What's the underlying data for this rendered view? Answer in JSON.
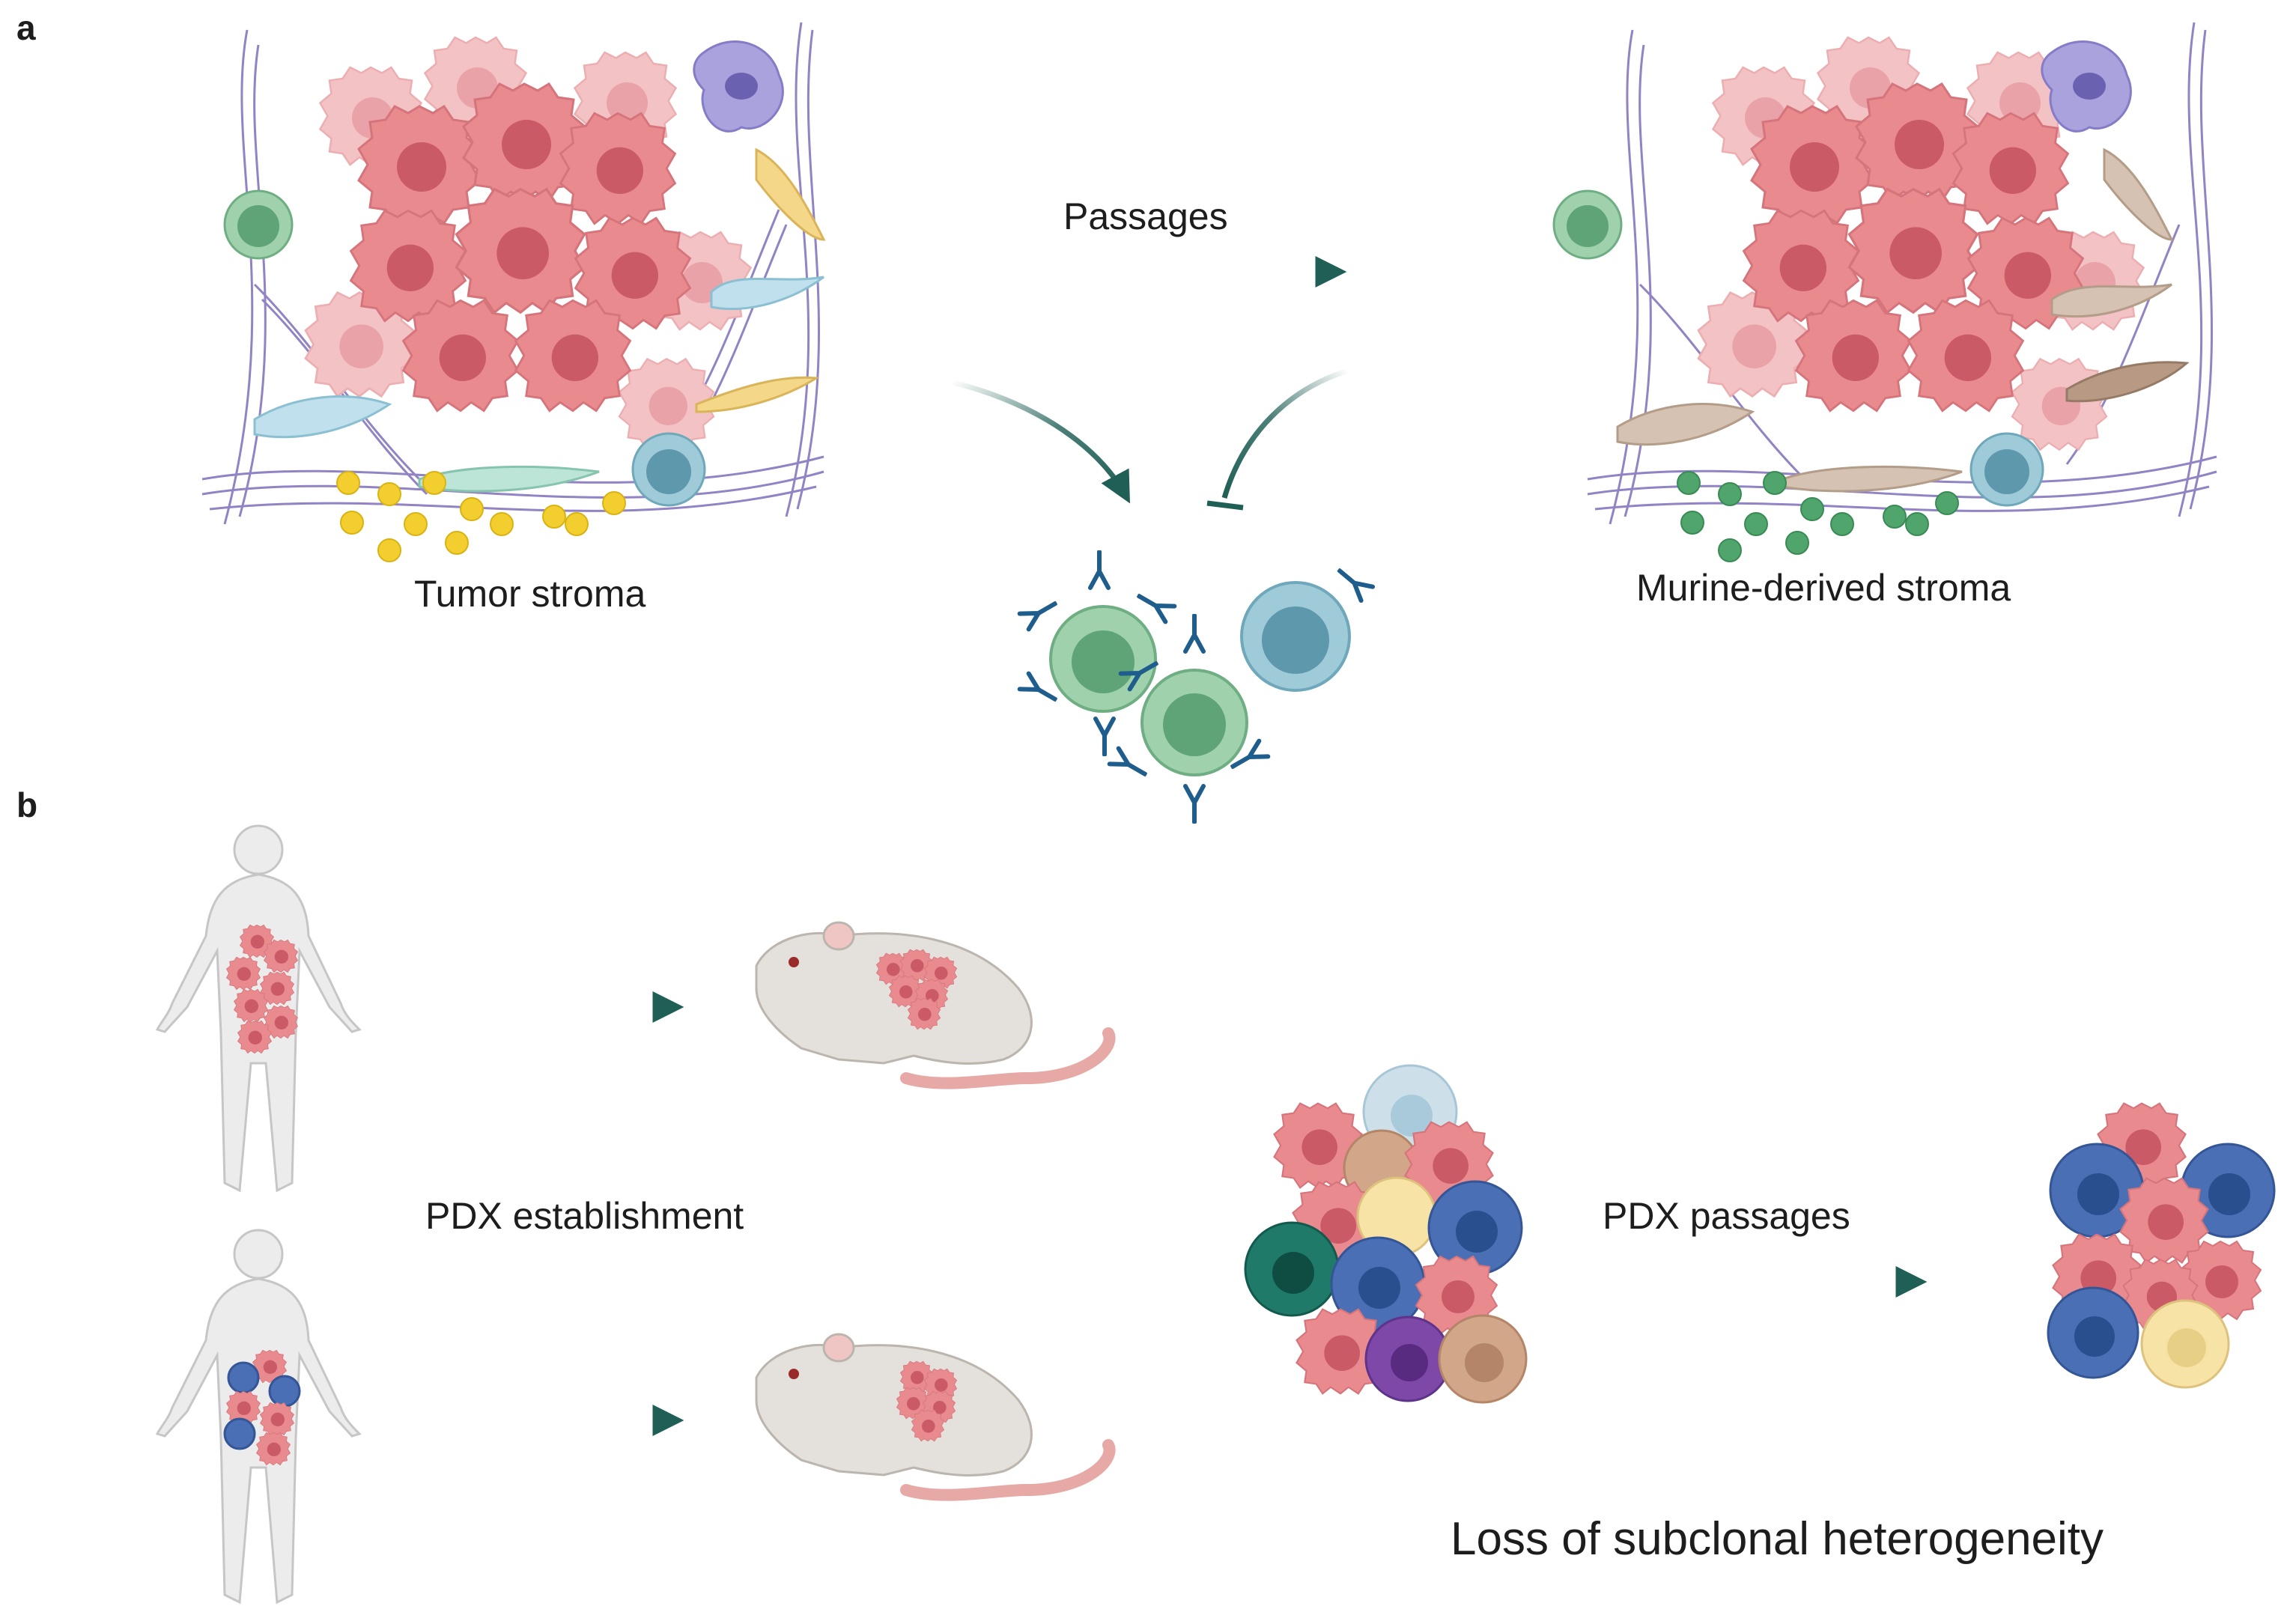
{
  "panel_a": {
    "letter": "a",
    "left_label": "Tumor stroma",
    "top_arrow_label": "Passages",
    "right_label": "Murine-derived stroma"
  },
  "panel_b": {
    "letter": "b",
    "establishment_label": "PDX establishment",
    "passages_label": "PDX passages",
    "conclusion_label": "Loss of subclonal heterogeneity"
  },
  "colors": {
    "tumor": "#e98a8f",
    "tumor_core": "#c95a66",
    "arrow": "#1f5f56",
    "collagen": "#7f6fba",
    "human_fibroblast": "#b9dde9",
    "murine_fibroblast": "#d6c2b2",
    "yellow_factor": "#f2cf2f",
    "green_factor": "#4fa56c",
    "t_cell": "#7dbd91",
    "b_cell": "#89bccb",
    "antibody": "#1f5e8c",
    "clone_blue": "#4a6fb5",
    "clone_teal": "#1f7a6a",
    "clone_purple": "#7d48a8",
    "clone_yellow": "#f7e3a6",
    "clone_tan": "#d1a689",
    "clone_lightblue": "#cde0ea"
  },
  "icons": [
    "tumor-cluster-icon",
    "t-cell-icon",
    "b-cell-icon",
    "macrophage-icon",
    "fibroblast-icon",
    "collagen-fiber-icon",
    "antibody-icon",
    "human-body-icon",
    "mouse-icon",
    "subclone-cell-icon"
  ]
}
